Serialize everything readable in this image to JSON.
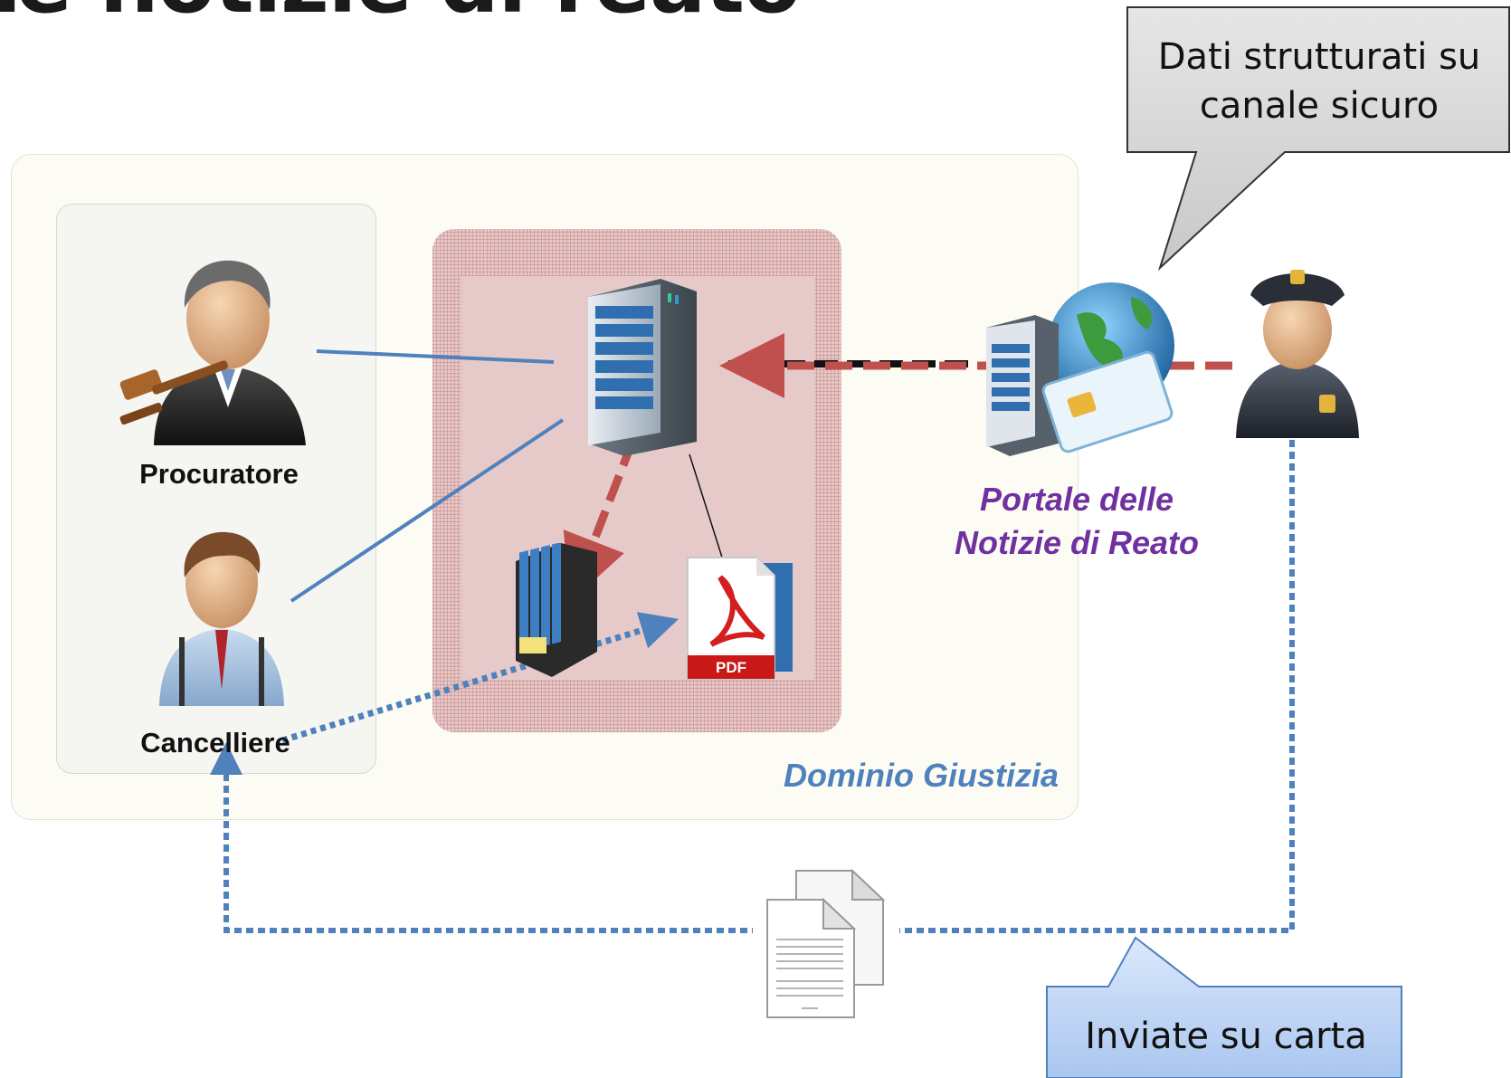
{
  "slide": {
    "title": "Le notizie di reato"
  },
  "domain_box": {
    "label": "Dominio Giustizia"
  },
  "people": [
    {
      "label": "Procuratore"
    },
    {
      "label": "Cancelliere"
    }
  ],
  "portal": {
    "label": "Portale delle Notizie di Reato"
  },
  "callouts": {
    "secure": "Dati strutturati su canale sicuro",
    "paper": "Inviate su carta"
  },
  "icons": {
    "pdf_text": "PDF"
  },
  "colors": {
    "red_dashed": "#c0504d",
    "blue_dotted": "#4f81bd",
    "connector": "#4f81bd",
    "portal_text": "#7030a0",
    "domain_text": "#4f81bd",
    "gray_callout": "#d4d4d4",
    "blue_callout": "#bcd4f5"
  }
}
